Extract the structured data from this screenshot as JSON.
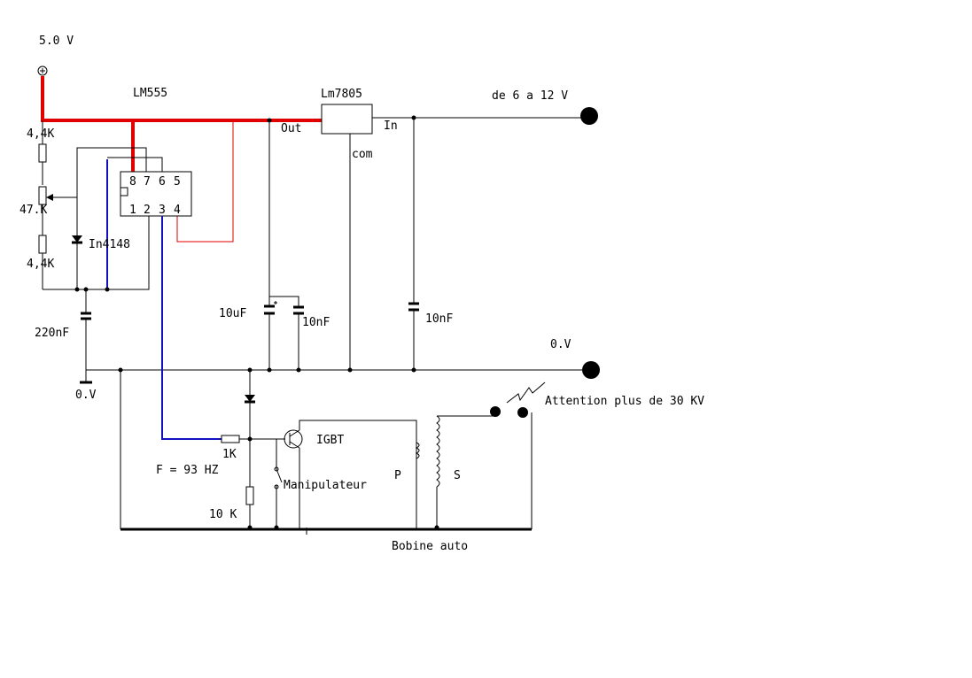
{
  "labels": {
    "supply_5v": "5.0 V",
    "ic_555": "LM555",
    "regulator": "Lm7805",
    "input_range": "de 6 a 12 V",
    "reg_out": "Out",
    "reg_in": "In",
    "reg_com": "com",
    "r1": "4,4K",
    "pot": "47.K",
    "r2": "4,4K",
    "diode": "In4148",
    "cap_timing": "220nF",
    "cap_10uf": "10uF",
    "cap_10nf_a": "10nF",
    "cap_10nf_b": "10nF",
    "ground_right": "0.V",
    "ground_left": "0.V",
    "warning": "Attention  plus de 30 KV",
    "igbt": "IGBT",
    "r_1k": "1K",
    "frequency": "F = 93 HZ",
    "switch": "Manipulateur",
    "r_10k": "10 K",
    "primary": "P",
    "secondary": "S",
    "coil": "Bobine auto"
  },
  "ic_pins": {
    "top": [
      "8",
      "7",
      "6",
      "5"
    ],
    "bottom": [
      "1",
      "2",
      "3",
      "4"
    ]
  },
  "colors": {
    "supply_trace": "#e00000",
    "signal_trace": "#1010c0",
    "wire": "#000000",
    "background": "#ffffff"
  }
}
